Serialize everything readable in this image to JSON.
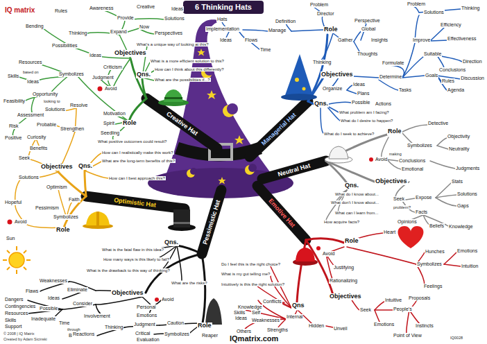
{
  "diagram": {
    "title": "6 Thinking Hats",
    "labels": [
      "IQ matrix",
      "Rules",
      "Awareness",
      "Creative",
      "Ideas",
      "Bending",
      "Thinking",
      "Provide",
      "Solutions",
      "Expand",
      "Now",
      "Perspectives",
      "Possibilities",
      "What's a unique way of looking at this?",
      "Ideas",
      "Objectives",
      "What is a more efficient solution to this?",
      "Criticism",
      "How can I think about this differently?",
      "Qns.",
      "What are the possibilities if...?",
      "Resources",
      "Skills",
      "based on",
      "Ideas",
      "Symbolizes",
      "Judgment",
      "Avoid",
      "Opportunity",
      "looking to",
      "Feasibility",
      "Assessment",
      "Risk",
      "Positive",
      "Solutions",
      "Resolve",
      "Motivation",
      "Role",
      "Spirit",
      "Probable",
      "Strengthen",
      "Seedling",
      "Curiosity",
      "Benefits",
      "What positive outcomes could result?",
      "Seek",
      "Objectives",
      "Qns.",
      "How can I realistically make this work?",
      "What are the long-term benefits of this?",
      "How can I best approach this?",
      "Solutions",
      "Hopeful",
      "Optimism",
      "Faith",
      "Pessimism",
      "Symbolizes",
      "Avoid",
      "Role",
      "Sun",
      "Creative Hat",
      "Optimistic Hat",
      "Pessimistic Hat",
      "Emotive Hat",
      "Neutral Hat",
      "Managerial Hat",
      "Problem",
      "Director",
      "Problem",
      "Solutions",
      "Thinking",
      "Hats",
      "Definition",
      "Implementation",
      "Manage",
      "Role",
      "Perspective",
      "Global",
      "Efficiency",
      "Ideas",
      "Flows",
      "Time",
      "Gather",
      "Insights",
      "Improve",
      "Effectiveness",
      "Thinking",
      "Thoughts",
      "Suitable",
      "Formulate",
      "Conclusions",
      "Direction",
      "Objectives",
      "Determine",
      "Goals",
      "Ideas",
      "Rules",
      "Agenda",
      "Discussion",
      "Organize",
      "Plans",
      "Tasks",
      "Qns.",
      "Possible",
      "Actions",
      "What problem am I facing?",
      "What do I desire to happen?",
      "What do I seek to achieve?",
      "Detective",
      "Role",
      "Objectivity",
      "Symbolizes",
      "Neutrality",
      "Avoid",
      "making",
      "Conclusions",
      "Emotional",
      "Judgments",
      "Objectives",
      "Stats",
      "Qns.",
      "What do I know about...",
      "Solutions",
      "Expose",
      "What don't I know about...",
      "Seek",
      "problem?",
      "Gaps",
      "Facts",
      "What can I learn from...",
      "How acquire facts?",
      "Opinions",
      "Beliefs",
      "Knowledge",
      "Heart",
      "Role",
      "Hunches",
      "Emotions",
      "Avoid",
      "Justifying",
      "Symbolizes",
      "Intuition",
      "Rationalizing",
      "Feelings",
      "Objectives",
      "Intuitive",
      "Proposals",
      "Seek",
      "People's",
      "Emotions",
      "Instincts",
      "Point of View",
      "Qns",
      "Conflicts",
      "Internal",
      "Hidden",
      "Unveil",
      "Do I feel this is the right choice?",
      "What is my gut telling me?",
      "Intuitively is this the right solution?",
      "Knowledge",
      "Skills",
      "Self",
      "Ideas",
      "Weaknesses",
      "Strengths",
      "Others",
      "IQ0028",
      "Qns.",
      "What is the fatal flaw in this idea?",
      "How many ways is this likely to fail?",
      "What is the drawback to this way of thinking?",
      "What are the risks?",
      "Weaknesses",
      "Flaws",
      "Eliminate",
      "Ideas",
      "Objectives",
      "Possible",
      "Consider",
      "Personal",
      "Avoid",
      "Dangers",
      "Contingencies",
      "Resources",
      "Inadequate",
      "Skills",
      "Support",
      "Time",
      "Involvement",
      "Emotions",
      "through",
      "Thinking",
      "Based",
      "Reactions",
      "Judgment",
      "Caution",
      "Role",
      "Reaper",
      "Symbolizes",
      "Critical",
      "Evaluation",
      "IQmatrix.com",
      "© 2008 | IQ Matrix",
      "Created by Adam Sicinski"
    ]
  }
}
